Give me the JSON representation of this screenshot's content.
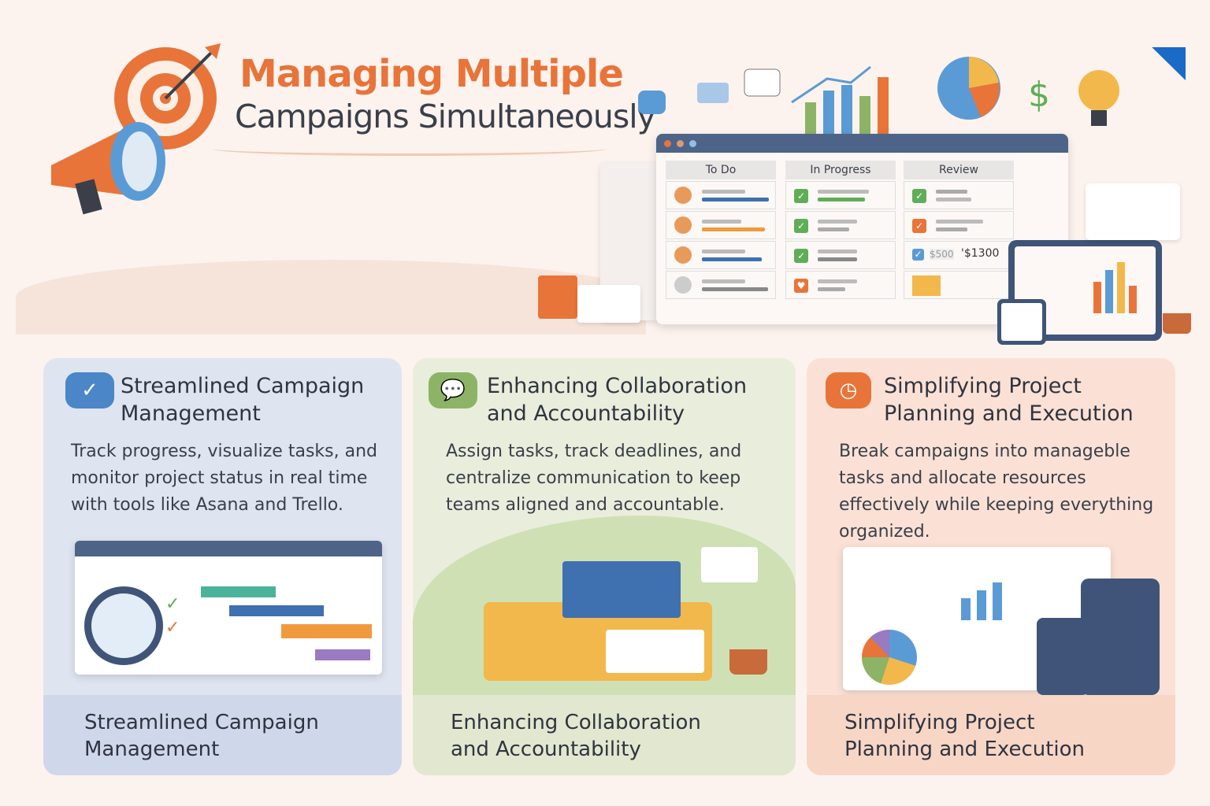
{
  "header": {
    "title_line1": "Managing Multiple",
    "title_line2": "Campaigns Simultaneously"
  },
  "kanban": {
    "columns": [
      "To Do",
      "In Progress",
      "Review"
    ],
    "review_amount_old": "$500",
    "review_amount_new": "'$1300"
  },
  "cards": [
    {
      "title": "Streamlined Campaign Management",
      "body": "Track progress, visualize tasks, and monitor project status in real time with tools like Asana and Trello.",
      "footer": "Streamlined Campaign Management",
      "icon": "checkmark-icon",
      "accent": "#4a86c8"
    },
    {
      "title": "Enhancing Collaboration and Accountability",
      "body": "Assign tasks, track deadlines, and centralize communication to keep teams aligned and accountable.",
      "footer": "Enhancing Collaboration and Accountability",
      "icon": "chat-bubble-icon",
      "accent": "#8db466"
    },
    {
      "title": "Simplifying Project Planning and Execution",
      "body": "Break campaigns into manageble tasks and allocate resources effectively while keeping everything organized.",
      "footer": "Simplifying Project Planning and Execution",
      "icon": "clock-icon",
      "accent": "#e8743a"
    }
  ],
  "colors": {
    "background": "#fcf3ee",
    "title_orange": "#e8743a",
    "dark_text": "#3a3f4a"
  }
}
